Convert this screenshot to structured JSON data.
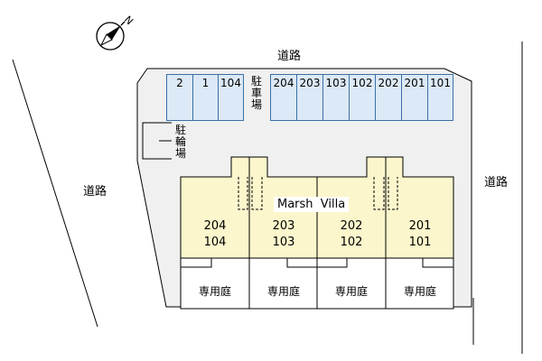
{
  "roads": {
    "top": "道路",
    "left": "道路",
    "right": "道路"
  },
  "building_name": "Marsh  Villa",
  "parking": {
    "label": "駐車場",
    "left_slots": [
      "2",
      "1",
      "104"
    ],
    "right_slots": [
      "204",
      "203",
      "103",
      "102",
      "202",
      "201",
      "101"
    ]
  },
  "bicycle_parking": {
    "label": "駐輪場"
  },
  "units": [
    {
      "upper": "204",
      "lower": "104"
    },
    {
      "upper": "203",
      "lower": "103"
    },
    {
      "upper": "202",
      "lower": "102"
    },
    {
      "upper": "201",
      "lower": "101"
    }
  ],
  "private_garden": [
    "専用庭",
    "専用庭",
    "専用庭",
    "専用庭"
  ],
  "compass": {
    "label": "N"
  },
  "colors": {
    "lot": "#f0f0f0",
    "building": "#fbf6cc",
    "parking": "#dce9f6",
    "parking_border": "#3b6fa6"
  }
}
